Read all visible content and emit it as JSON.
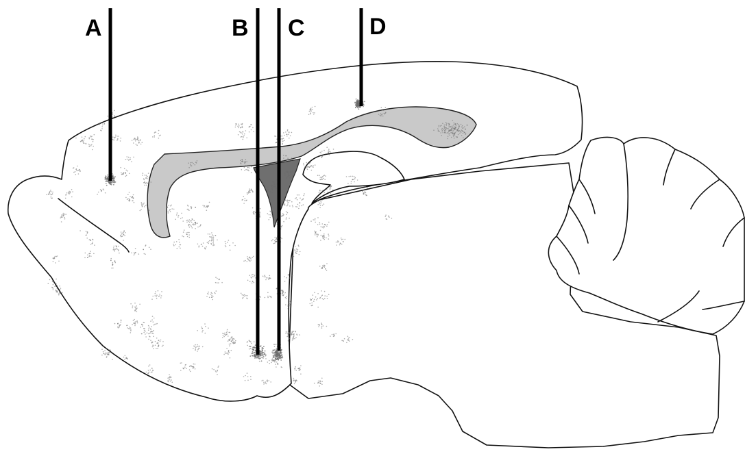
{
  "figure": {
    "probes": [
      {
        "id": "A",
        "label": "A"
      },
      {
        "id": "B",
        "label": "B"
      },
      {
        "id": "C",
        "label": "C"
      },
      {
        "id": "D",
        "label": "D"
      }
    ],
    "colors": {
      "outline": "#111111",
      "ventricle_fill": "#c9c9c9",
      "ventricle_dark_fill": "#6f6f6f",
      "electrode": "#000000",
      "stipple": "#6a6a6a",
      "background": "#ffffff"
    }
  }
}
